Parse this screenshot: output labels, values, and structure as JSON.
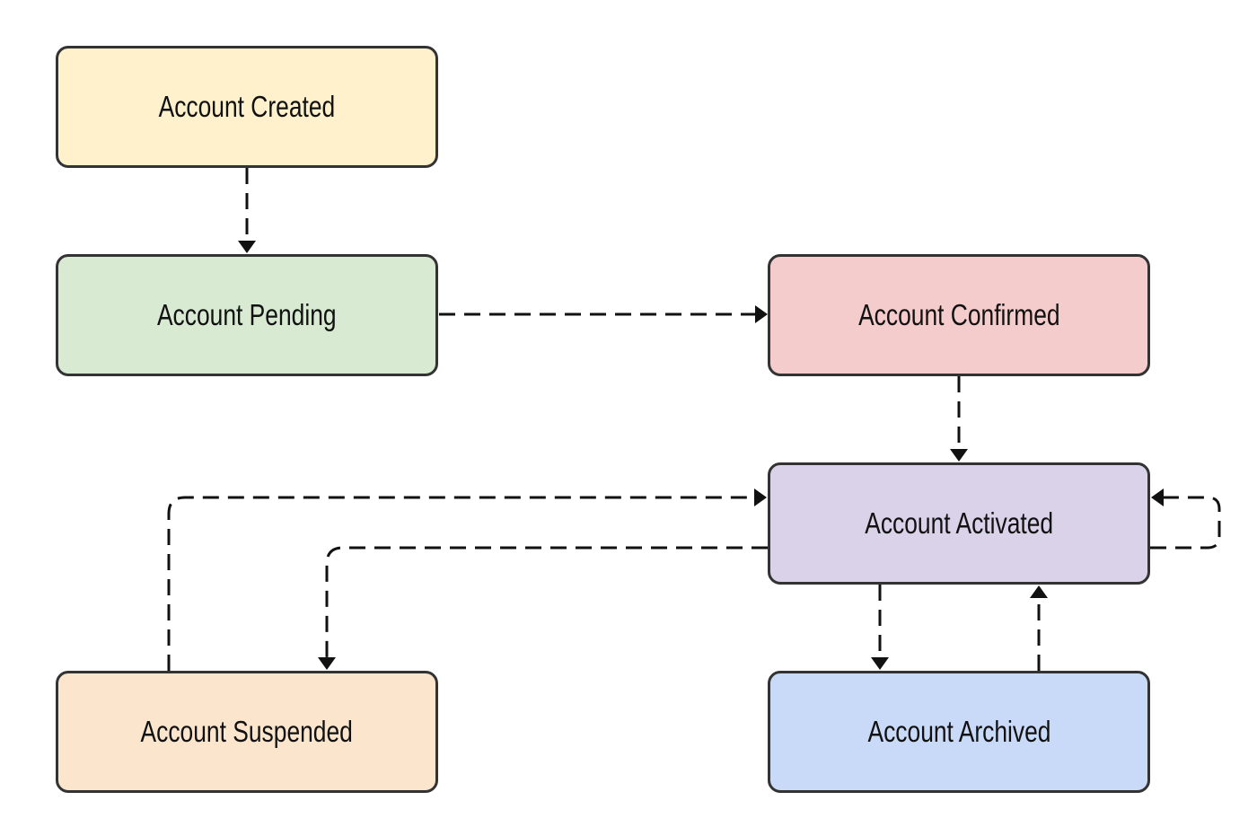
{
  "diagram": {
    "type": "state-transition",
    "nodes": [
      {
        "id": "created",
        "label": "Account Created",
        "color": "#fff1cc"
      },
      {
        "id": "pending",
        "label": "Account Pending",
        "color": "#d9ead3"
      },
      {
        "id": "confirmed",
        "label": "Account Confirmed",
        "color": "#f4cccc"
      },
      {
        "id": "activated",
        "label": "Account Activated",
        "color": "#d9d2e9"
      },
      {
        "id": "suspended",
        "label": "Account Suspended",
        "color": "#fce5cd"
      },
      {
        "id": "archived",
        "label": "Account Archived",
        "color": "#c9daf8"
      }
    ],
    "edges": [
      {
        "from": "created",
        "to": "pending"
      },
      {
        "from": "pending",
        "to": "confirmed"
      },
      {
        "from": "confirmed",
        "to": "activated"
      },
      {
        "from": "activated",
        "to": "activated"
      },
      {
        "from": "activated",
        "to": "suspended"
      },
      {
        "from": "suspended",
        "to": "activated"
      },
      {
        "from": "activated",
        "to": "archived"
      },
      {
        "from": "archived",
        "to": "activated"
      }
    ],
    "edge_style": "dashed",
    "border_color": "#333333",
    "line_color": "#111111"
  }
}
